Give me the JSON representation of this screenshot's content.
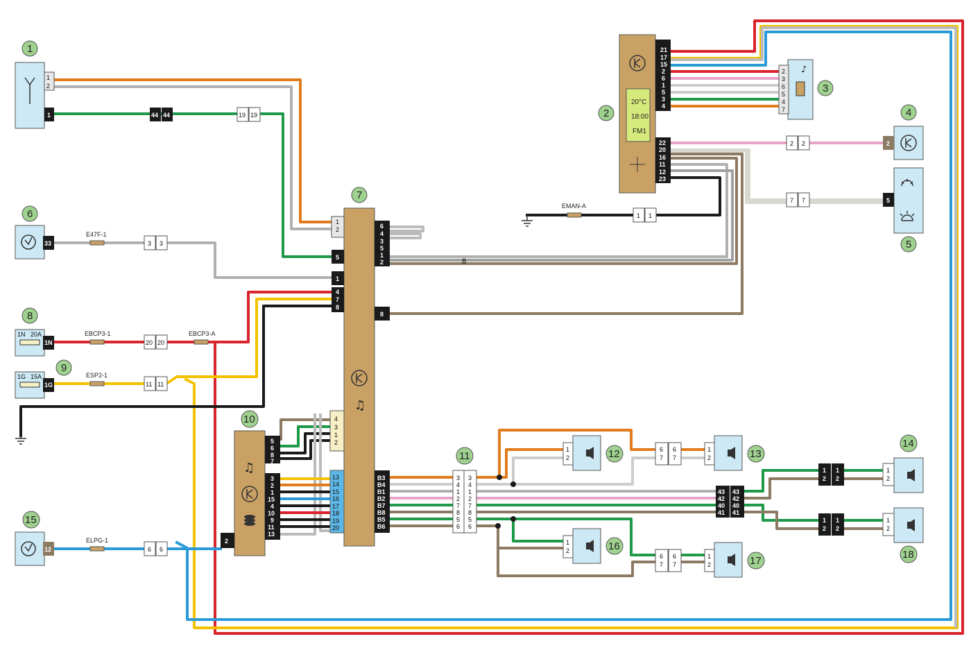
{
  "callouts": {
    "c1": "1",
    "c2": "2",
    "c3": "3",
    "c4": "4",
    "c5": "5",
    "c6": "6",
    "c7": "7",
    "c8": "8",
    "c9": "9",
    "c10": "10",
    "c11": "11",
    "c12": "12",
    "c13": "13",
    "c14": "14",
    "c15": "15",
    "c16": "16",
    "c17": "17",
    "c18": "18"
  },
  "labels": {
    "e47f": "E47F-1",
    "ebcp3_1": "EBCP3-1",
    "ebcp3_a": "EBCP3-A",
    "esp2": "ESP2-1",
    "elpg": "ELPG-1",
    "eman": "EMAN-A"
  },
  "display": {
    "temp": "20°C",
    "time": "18:00",
    "band": "FM1"
  },
  "fuses": {
    "f8_id": "1N",
    "f8_rating": "20A",
    "f8_pin": "1N",
    "f9_id": "1G",
    "f9_rating": "15A",
    "f9_pin": "1G"
  },
  "pins": {
    "c2_top": [
      "21",
      "17",
      "15",
      "2",
      "6",
      "1",
      "5",
      "3",
      "4"
    ],
    "c2_bottom": [
      "22",
      "20",
      "16",
      "11",
      "12",
      "23"
    ],
    "c3": [
      "2",
      "3",
      "6",
      "5",
      "4",
      "7"
    ],
    "c7_left_top": [
      "1",
      "2"
    ],
    "c7_left_5": "5",
    "c7_left_1": "1",
    "c7_left_478": [
      "4",
      "7",
      "8"
    ],
    "c7_right": [
      "6",
      "4",
      "3",
      "5",
      "1",
      "2"
    ],
    "c7_right_8": "8",
    "c7_b": [
      "B3",
      "B4",
      "B1",
      "B2",
      "B7",
      "B8",
      "B5",
      "B6"
    ],
    "c10_top": [
      "5",
      "6",
      "8",
      "7"
    ],
    "c10_mid": [
      "3",
      "2",
      "1",
      "15",
      "4",
      "10",
      "9",
      "11",
      "13"
    ],
    "c10_2": "2",
    "c7_audio_top": [
      "4",
      "3",
      "1",
      "2"
    ],
    "c7_blue": [
      "13",
      "14",
      "15",
      "16",
      "17",
      "18",
      "19",
      "20"
    ],
    "c11_left": [
      "3",
      "4",
      "1",
      "2",
      "7",
      "8",
      "5",
      "6"
    ],
    "c11_right": [
      "3",
      "4",
      "1",
      "2",
      "7",
      "8",
      "5",
      "6"
    ],
    "c_43": [
      "43",
      "42",
      "40",
      "41"
    ],
    "c1_top": [
      "1",
      "2"
    ],
    "c1_1": "1",
    "c6": "33",
    "c15": "12",
    "c4": "2",
    "c5": "5",
    "conn_44": [
      "44",
      "44"
    ],
    "conn_19": [
      "19",
      "19"
    ],
    "conn_3": [
      "3",
      "3"
    ],
    "conn_20": [
      "20",
      "20"
    ],
    "conn_11": [
      "11",
      "11"
    ],
    "conn_6": [
      "6",
      "6"
    ],
    "conn_2": [
      "2",
      "2"
    ],
    "conn_7": [
      "7",
      "7"
    ],
    "conn_1": [
      "1",
      "1"
    ],
    "conn_67a": [
      "6",
      "7"
    ],
    "conn_67b": [
      "6",
      "7"
    ],
    "conn_67c": [
      "6",
      "7"
    ],
    "conn_67d": [
      "6",
      "7"
    ],
    "spk_12": [
      "1",
      "2"
    ],
    "spk_13": [
      "1",
      "2"
    ],
    "spk_14": [
      "1",
      "2"
    ],
    "spk_16": [
      "1",
      "2"
    ],
    "spk_17": [
      "1",
      "2"
    ],
    "spk_18": [
      "1",
      "2"
    ],
    "blk_14a": [
      "1",
      "2"
    ],
    "blk_14b": [
      "1",
      "2"
    ],
    "blk_18a": [
      "1",
      "2"
    ],
    "blk_18b": [
      "1",
      "2"
    ]
  },
  "colors": {
    "orange": "#e07b1e",
    "grey": "#a8a8a8",
    "green": "#1e9a4a",
    "red": "#d9232d",
    "yellow": "#f2c200",
    "black": "#1a1a1a",
    "blue": "#2b9ad8",
    "brown": "#8c7a62",
    "pink": "#e7a3c7",
    "white": "#ffffff",
    "module": "#c9a165",
    "component": "#cde9f5"
  }
}
